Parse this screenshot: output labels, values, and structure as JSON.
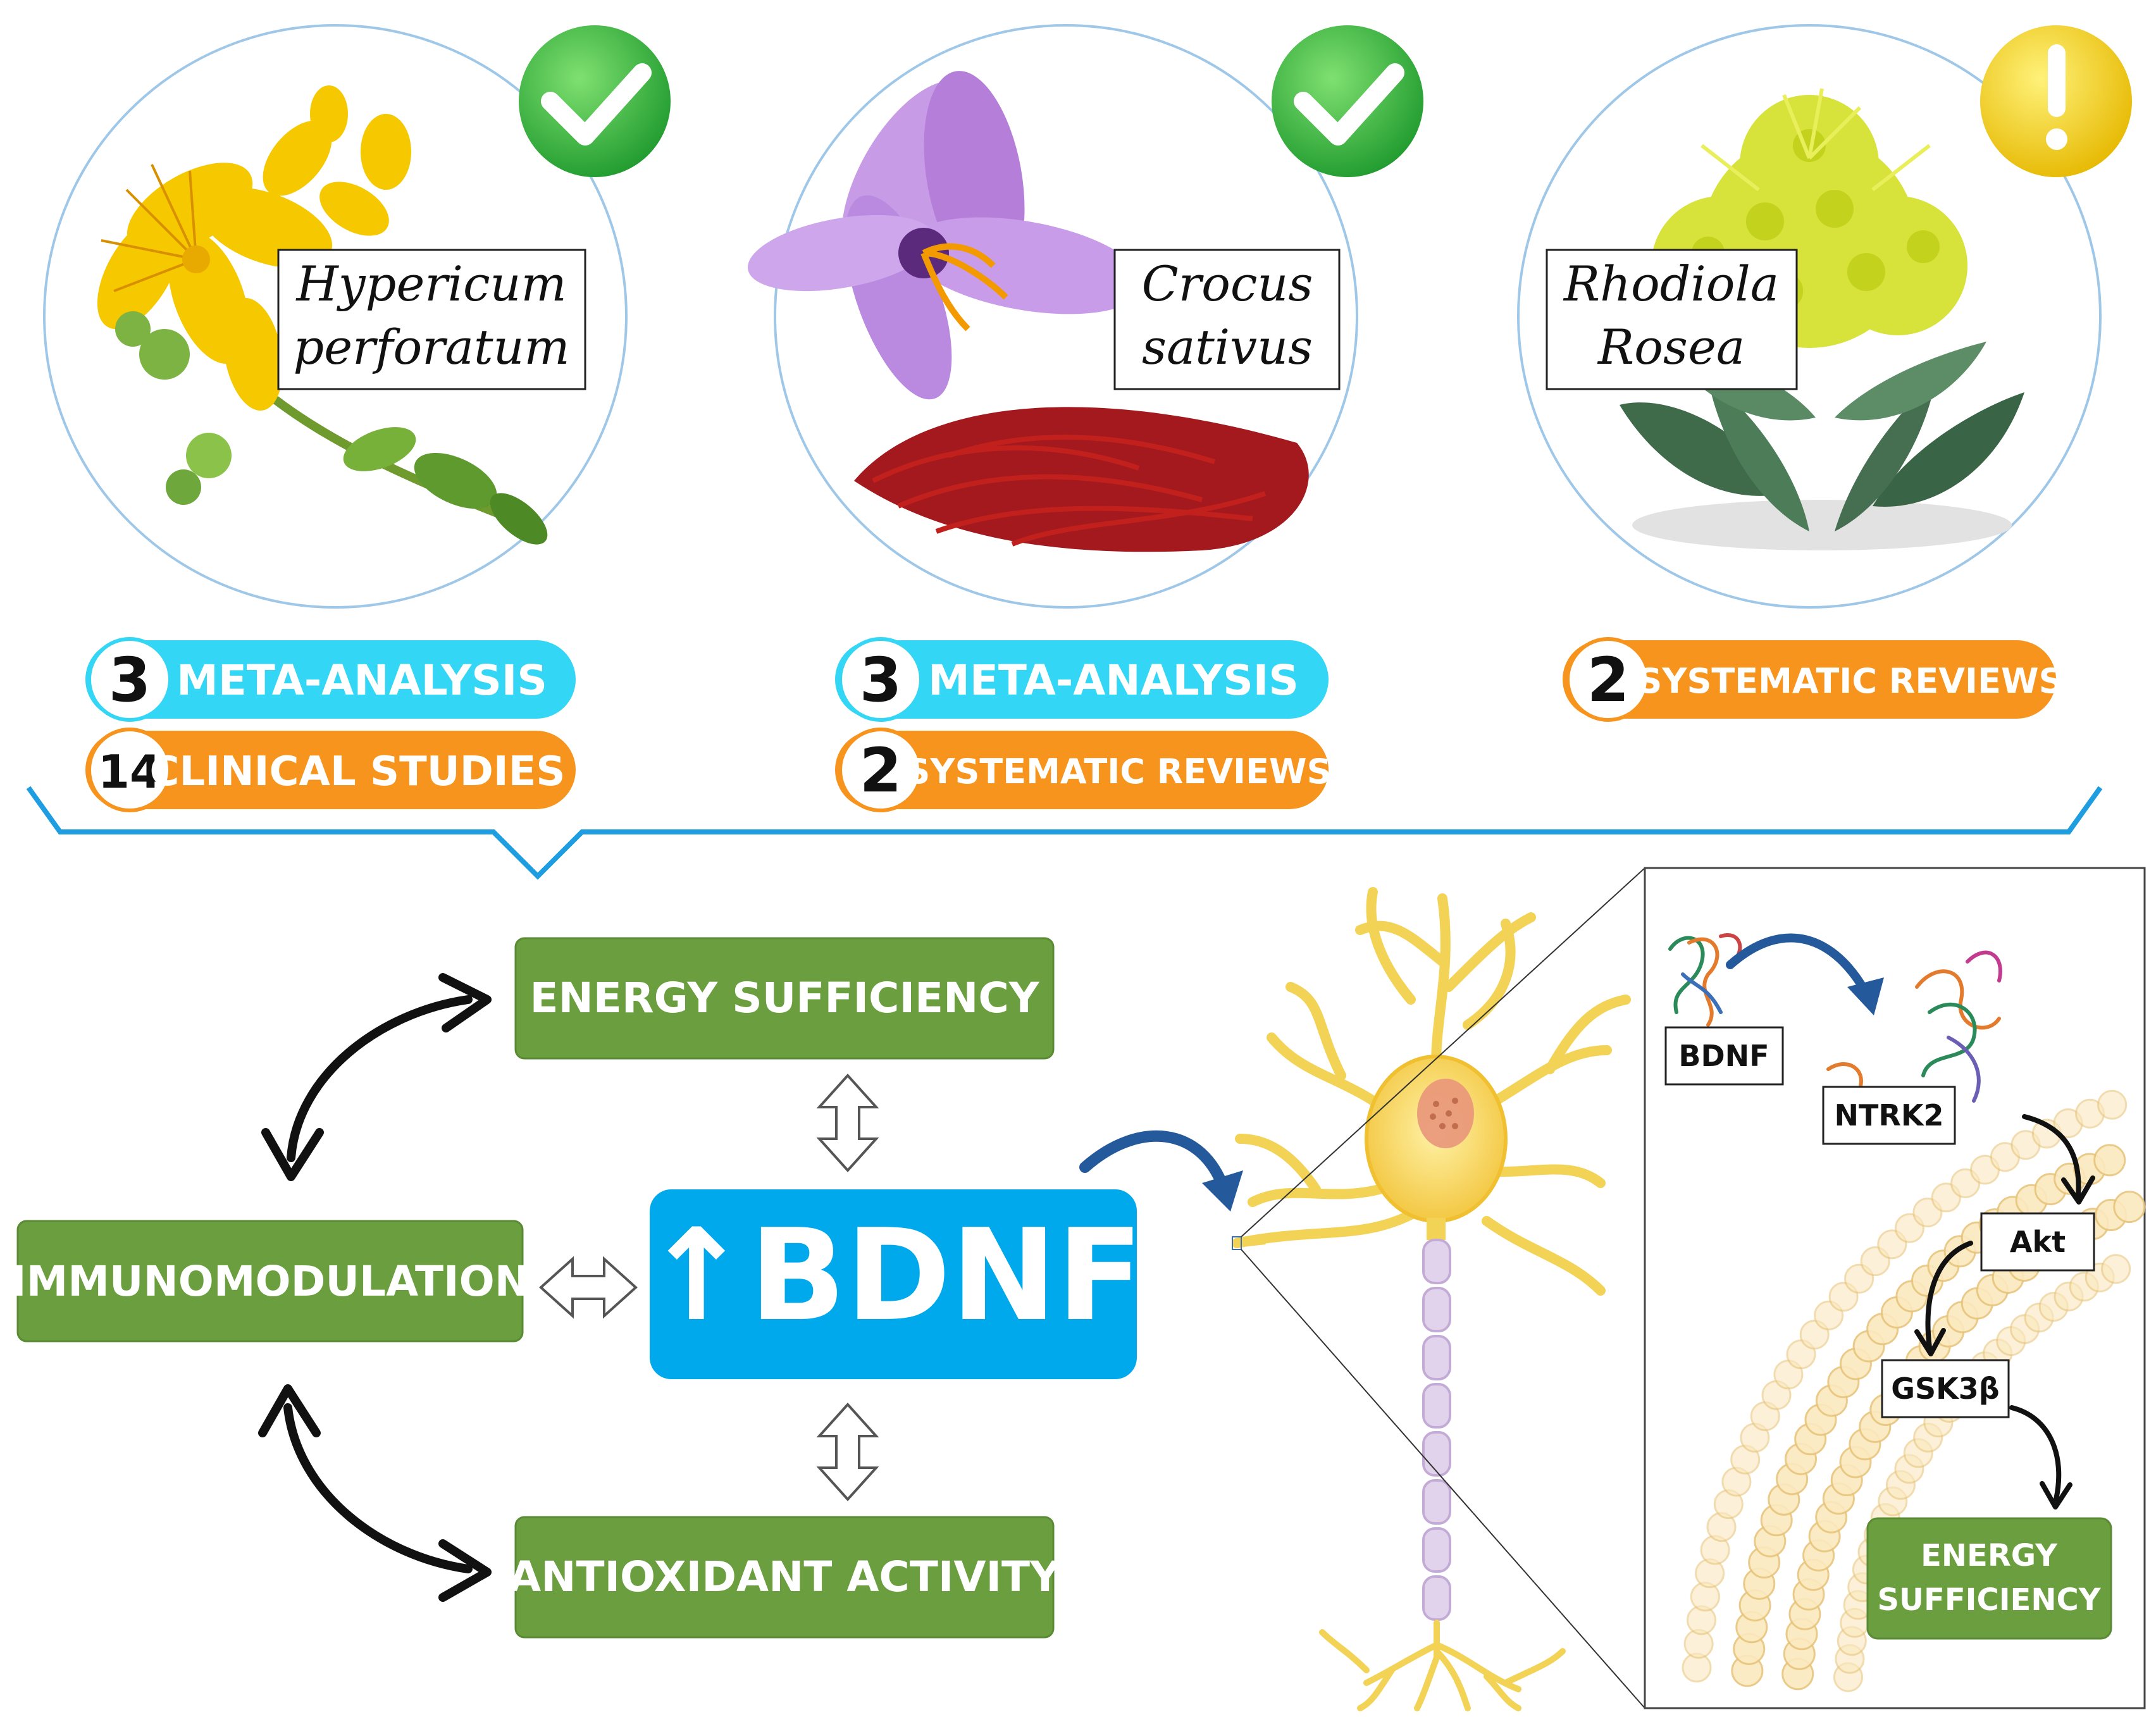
{
  "plants": [
    {
      "name_line1": "Hypericum",
      "name_line2": "perforatum",
      "status": "approved",
      "status_icon": "check-circle-icon",
      "badges": [
        {
          "number": "3",
          "label": "META-ANALYSIS",
          "color": "#33d6f5"
        },
        {
          "number": "14",
          "label": "CLINICAL STUDIES",
          "color": "#f7941d"
        }
      ]
    },
    {
      "name_line1": "Crocus",
      "name_line2": "sativus",
      "status": "approved",
      "status_icon": "check-circle-icon",
      "badges": [
        {
          "number": "3",
          "label": "META-ANALYSIS",
          "color": "#33d6f5"
        },
        {
          "number": "2",
          "label": "SYSTEMATIC REVIEWS",
          "color": "#f7941d"
        }
      ]
    },
    {
      "name_line1": "Rhodiola",
      "name_line2": "Rosea",
      "status": "warning",
      "status_icon": "exclamation-circle-icon",
      "badges": [
        {
          "number": "2",
          "label": "SYSTEMATIC REVIEWS",
          "color": "#f7941d"
        }
      ]
    }
  ],
  "mechanism": {
    "center": "↑BDNF",
    "top": "ENERGY SUFFICIENCY",
    "left": "IMMUNOMODULATION",
    "bottom": "ANTIOXIDANT ACTIVITY"
  },
  "pathway": {
    "ligand": "BDNF",
    "receptor": "NTRK2",
    "step1": "Akt",
    "step2": "GSK3β",
    "outcome_line1": "ENERGY",
    "outcome_line2": "SUFFICIENCY"
  },
  "colors": {
    "green_box": "#6a9e3f",
    "blue_box": "#00a9ec",
    "badge_cyan": "#33d6f5",
    "badge_orange": "#f7941d",
    "bracket": "#1e9ee0",
    "check_green": "#3cb54a",
    "warn_yellow": "#f5d80b"
  }
}
